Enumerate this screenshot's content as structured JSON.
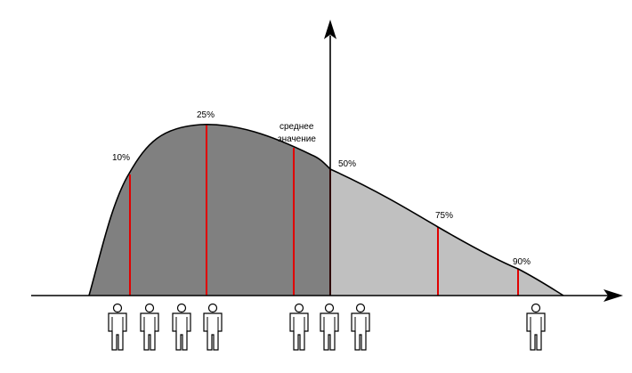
{
  "colors": {
    "background": "#ffffff",
    "axis": "#000000",
    "dark_fill": "#808080",
    "light_fill": "#c0c0c0",
    "marker_line": "#e00000",
    "curve": "#000000",
    "person_fill": "#ffffff",
    "person_stroke": "#000000"
  },
  "diagram": {
    "markers": [
      {
        "id": "p10",
        "label": "10%"
      },
      {
        "id": "p25",
        "label": "25%"
      },
      {
        "id": "mean",
        "label_line1": "среднее",
        "label_line2": "значение"
      },
      {
        "id": "p50",
        "label": "50%"
      },
      {
        "id": "p75",
        "label": "75%"
      },
      {
        "id": "p90",
        "label": "90%"
      }
    ],
    "shading": {
      "left_region": "dark",
      "right_region": "light"
    },
    "people_count": 8,
    "icons": {
      "person": "person-icon",
      "axis_arrow": "arrow-icon"
    }
  }
}
